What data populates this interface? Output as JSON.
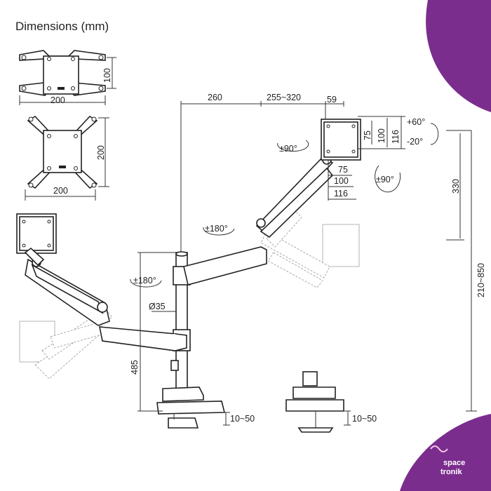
{
  "title": "Dimensions (mm)",
  "vesa": {
    "top_width": "200",
    "top_height": "100",
    "bottom_width": "200",
    "bottom_height": "200"
  },
  "dims": {
    "arm_left": "260",
    "arm_right": "255~320",
    "plate_depth": "59",
    "tilt_up": "+60°",
    "tilt_down": "-20°",
    "rot_plate": "±90°",
    "rot_screen": "±90°",
    "rot_arm": "±180°",
    "rot_pole": "±180°",
    "pole_dia": "Ø35",
    "v75": "75",
    "v100": "100",
    "v116": "116",
    "h75": "75",
    "h100": "100",
    "h116": "116",
    "h330": "330",
    "h210_850": "210~850",
    "h485": "485",
    "clamp_left": "10~50",
    "clamp_right": "10~50"
  },
  "brand": {
    "line1": "space",
    "line2": "tronik",
    "color": "#7b2d8e"
  }
}
